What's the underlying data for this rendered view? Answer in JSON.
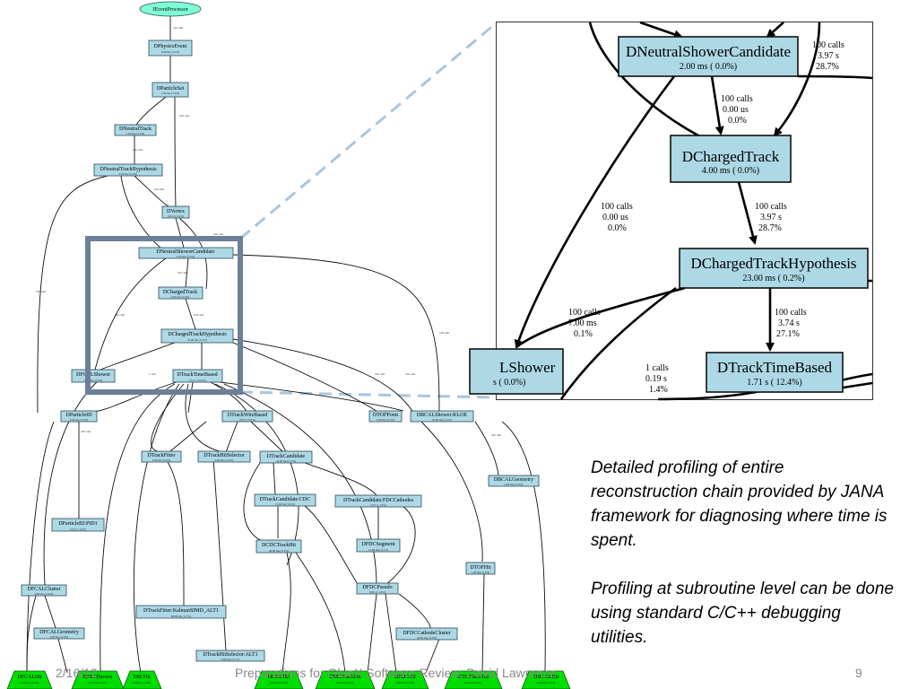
{
  "graph": {
    "root": {
      "name": "JEventProcessor",
      "sub": "100 calls"
    },
    "nodes": [
      {
        "id": "physicsevent",
        "name": "DPhysicsEvent",
        "sub": "0.00 ms ( 0.0%)"
      },
      {
        "id": "particleset",
        "name": "DParticleSet",
        "sub": "1.00 ms ( 0.0%)"
      },
      {
        "id": "neutraltrack",
        "name": "DNeutralTrack",
        "sub": "1.00 ms ( 0.0%)"
      },
      {
        "id": "neutralhyp",
        "name": "DNeutralTrackHypothesis",
        "sub": "0.00 ms ( 0.0%)"
      },
      {
        "id": "vertex",
        "name": "DVertex",
        "sub": "0.03 s ( 0.2%)"
      },
      {
        "id": "neutralshowercand",
        "name": "DNeutralShowerCandidate",
        "sub": "2.00 ms ( 0.0%)"
      },
      {
        "id": "chargedtrack",
        "name": "DChargedTrack",
        "sub": "4.00 ms ( 0.0%)"
      },
      {
        "id": "chargedhyp",
        "name": "DChargedTrackHypothesis",
        "sub": "23.00 ms ( 0.2%)"
      },
      {
        "id": "fcalshower",
        "name": "DFCALShower",
        "sub": "2.00 ms ( 0.0%)"
      },
      {
        "id": "tracktimebased",
        "name": "DTrackTimeBased",
        "sub": "1.71 s ( 12.4%)"
      },
      {
        "id": "particleid",
        "name": "DParticleID",
        "sub": "0.00 ms ( 0.0%)"
      },
      {
        "id": "trackwirebased",
        "name": "DTrackWireBased",
        "sub": "0.00 s ( 0.0%)"
      },
      {
        "id": "tofpoint",
        "name": "DTOFPoint",
        "sub": "1.00 ms ( 0.0%)"
      },
      {
        "id": "bcalshowerkloe",
        "name": "DBCALShower:KLOE",
        "sub": "43.00 ms ( 0.3%)"
      },
      {
        "id": "trackfitter",
        "name": "DTrackFitter",
        "sub": "0.00 ms ( 0.0%)"
      },
      {
        "id": "trackhitselector",
        "name": "DTrackHitSelector",
        "sub": "0.00 ms ( 0.0%)"
      },
      {
        "id": "trackcandidate",
        "name": "DTrackCandidate",
        "sub": "42.00 ms ( 0.3%)"
      },
      {
        "id": "bcalgeometry",
        "name": "DBCALGeometry",
        "sub": "0.00 ms ( 0.0%)"
      },
      {
        "id": "particleidpid1",
        "name": "DParticleID:PID1",
        "sub": "0.23 s ( 1.6%)"
      },
      {
        "id": "trackcandcdc",
        "name": "DTrackCandidate:CDC",
        "sub": "21.00 ms ( 0.2%)"
      },
      {
        "id": "trackcandfdc",
        "name": "DTrackCandidate:FDCCathodes",
        "sub": "0.22 s ( 1.6%)"
      },
      {
        "id": "fdcsegment",
        "name": "DFDCSegment",
        "sub": "12.00 ms ( 0.1%)"
      },
      {
        "id": "cdctrackhit",
        "name": "DCDCTrackHit",
        "sub": "40.00 ms ( 0.3%)"
      },
      {
        "id": "tofhit",
        "name": "DTOFHit",
        "sub": "1.00 ms ( 0.0%)"
      },
      {
        "id": "fcalcluster",
        "name": "DFCALCluster",
        "sub": "0.00 ms ( 0.0%)"
      },
      {
        "id": "fdcpseudo",
        "name": "DFDCPseudo",
        "sub": "0.00 s ( 1.9%)"
      },
      {
        "id": "fcalgeometry",
        "name": "DFCALGeometry",
        "sub": "0.00 ms ( 0.0%)"
      },
      {
        "id": "kalman",
        "name": "DTrackFitter:KalmanSIMD_ALT1",
        "sub": "80.00 ms ( 0.7%)"
      },
      {
        "id": "fdccathodecluster",
        "name": "DFDCCathodeCluster",
        "sub": "29.00 ms ( 0.2%)"
      },
      {
        "id": "trackhitselalt1",
        "name": "DTrackHitSelector:ALT1",
        "sub": "0.00 ms ( 0.1%)"
      }
    ],
    "leaves": [
      {
        "id": "fcalhit",
        "name": "DFCALHit",
        "sub": "0.00 ms ( 0.0%)"
      },
      {
        "id": "mcthrown",
        "name": "DMCThrown",
        "sub": "0.00 ms ( 0.0%)"
      },
      {
        "id": "bcalhit",
        "name": "DSCHit",
        "sub": "0.00 ms ( 0.0%)"
      },
      {
        "id": "cdchit",
        "name": "DCDCHit",
        "sub": "0.00 ms ( 0.0%)"
      },
      {
        "id": "mctrackhit",
        "name": "DMCTrackHit",
        "sub": "0.00 ms ( 0.0%)"
      },
      {
        "id": "fdchit",
        "name": "DFDCHit",
        "sub": "0.00 ms ( 0.0%)"
      },
      {
        "id": "tofrawhit",
        "name": "DTOFRawHit",
        "sub": "0.00 ms ( 0.0%)"
      },
      {
        "id": "bcalhit2",
        "name": "DBCALHit",
        "sub": "0.00 ms ( 0.0%)"
      }
    ],
    "edge_labels": [
      "100 calls",
      "100 calls",
      "100 calls",
      "100 calls",
      "100 calls",
      "100 calls",
      "100 calls",
      "100 calls",
      "100 calls",
      "100 calls",
      "1 calls",
      "100 calls",
      "100 calls",
      "100 calls",
      "100 calls"
    ]
  },
  "inset": {
    "nodes": [
      {
        "id": "nsc",
        "name": "DNeutralShowerCandidate",
        "sub": "2.00 ms (  0.0%)"
      },
      {
        "id": "ct",
        "name": "DChargedTrack",
        "sub": "4.00 ms (  0.0%)"
      },
      {
        "id": "cth",
        "name": "DChargedTrackHypothesis",
        "sub": "23.00 ms (  0.2%)"
      },
      {
        "id": "ttb",
        "name": "DTrackTimeBased",
        "sub": "1.71 s ( 12.4%)"
      },
      {
        "id": "fcs",
        "name": "LShower",
        "sub": "s (  0.0%)"
      }
    ],
    "labels": [
      {
        "id": "l1",
        "lines": [
          "100 calls",
          "3.97 s",
          "28.7%"
        ]
      },
      {
        "id": "l2",
        "lines": [
          "100 calls",
          "0.00 us",
          "0.0%"
        ]
      },
      {
        "id": "l3",
        "lines": [
          "100 calls",
          "0.00 us",
          "0.0%"
        ]
      },
      {
        "id": "l4",
        "lines": [
          "100 calls",
          "3.97 s",
          "28.7%"
        ]
      },
      {
        "id": "l5",
        "lines": [
          "100 calls",
          "7.00 ms",
          "0.1%"
        ]
      },
      {
        "id": "l6",
        "lines": [
          "100 calls",
          "3.74 s",
          "27.1%"
        ]
      },
      {
        "id": "l7",
        "lines": [
          "1 calls",
          "0.19 s",
          "1.4%"
        ]
      }
    ]
  },
  "notes": {
    "paragraph1": "Detailed profiling of entire reconstruction chain provided by JANA framework for diagnosing where time is spent.",
    "paragraph2": "Profiling at subroutine level can be done using standard C/C++ debugging utilities."
  },
  "footer": {
    "date": "2/16/12",
    "title": "Preparations for GlueX Software Review, David Lawrence",
    "page": "9"
  },
  "colors": {
    "node_fill": "#add8e6",
    "leaf_fill": "#00dd00",
    "root_fill": "#7fffd4",
    "highlight": "#6c7f99",
    "dash": "#a9c6de"
  }
}
